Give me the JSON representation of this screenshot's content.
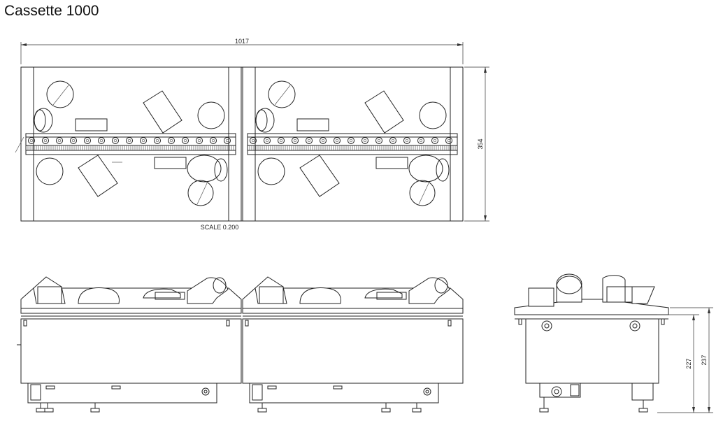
{
  "title": "Cassette 1000",
  "dimensions": {
    "overall_width": "1017",
    "overall_depth": "354",
    "height_a": "227",
    "height_b": "237"
  },
  "scale_label": "SCALE 0.200"
}
